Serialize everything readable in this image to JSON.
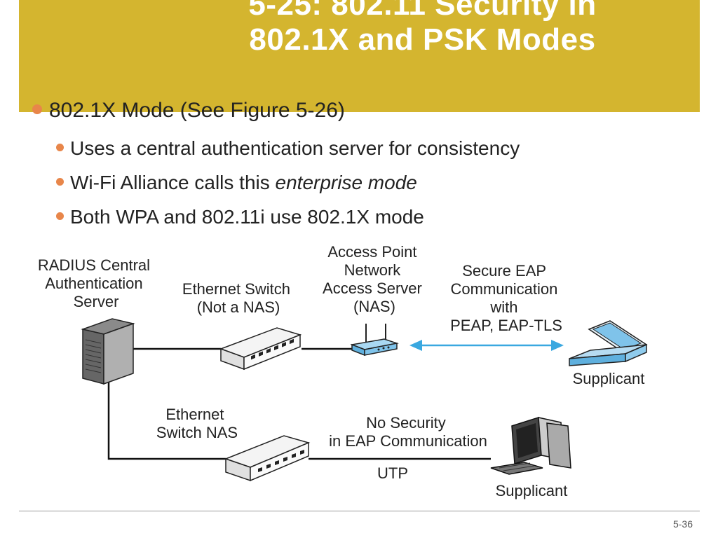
{
  "title": {
    "line1": "5-25: 802.11 Security in",
    "line2": "802.1X and PSK Modes"
  },
  "bullets": {
    "main": "802.1X Mode (See Figure 5-26)",
    "sub1": "Uses a central authentication server for consistency",
    "sub2_prefix": "Wi-Fi Alliance calls this ",
    "sub2_em": "enterprise mode",
    "sub3": "Both WPA and 802.11i use 802.1X mode"
  },
  "diagram": {
    "radius": [
      "RADIUS Central",
      "Authentication",
      "Server"
    ],
    "switch1": [
      "Ethernet Switch",
      "(Not a NAS)"
    ],
    "ap": [
      "Access Point",
      "Network",
      "Access Server",
      "(NAS)"
    ],
    "secure": [
      "Secure EAP",
      "Communication",
      "with",
      "PEAP, EAP-TLS"
    ],
    "supplicant_laptop": "Supplicant",
    "switch2": [
      "Ethernet",
      "Switch NAS"
    ],
    "nosec": [
      "No Security",
      "in EAP Communication"
    ],
    "utp": "UTP",
    "supplicant_pc": "Supplicant",
    "colors": {
      "accent_blue": "#3aa8e0",
      "device_blue": "#7fc3ea",
      "title_gold": "#d4b52f",
      "bullet_orange": "#e8864a"
    }
  },
  "footer": {
    "page": "5-36"
  }
}
